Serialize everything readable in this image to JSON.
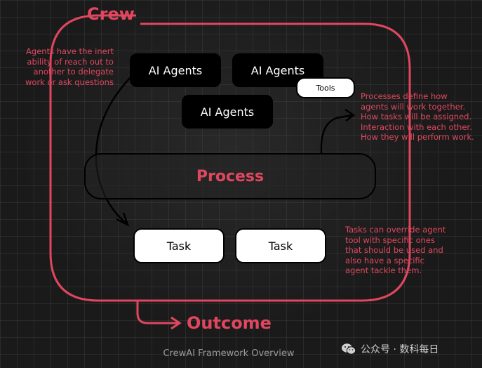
{
  "crew": {
    "title": "Crew"
  },
  "agents": [
    {
      "label": "AI Agents"
    },
    {
      "label": "AI Agents"
    },
    {
      "label": "AI Agents"
    }
  ],
  "tools": {
    "label": "Tools"
  },
  "process": {
    "label": "Process"
  },
  "tasks": [
    {
      "label": "Task"
    },
    {
      "label": "Task"
    }
  ],
  "outcome": {
    "label": "Outcome"
  },
  "notes": {
    "agents": "Agents have the inert\nability of reach out to\nanother to delegate\nwork or ask questions",
    "process": "Processes define how\nagents will work together.\nHow tasks will be assigned.\nInteraction with each other.\nHow they will perform work.",
    "tasks": "Tasks can override agent\ntool with specific ones\nthat should be used and\nalso have a specific\nagent tackle them."
  },
  "caption": "CrewAI Framework Overview",
  "watermark": {
    "text": "公众号 · 数科每日",
    "icon": "wechat-icon"
  },
  "colors": {
    "accent": "#e0475f",
    "background": "#1a1a1a"
  }
}
